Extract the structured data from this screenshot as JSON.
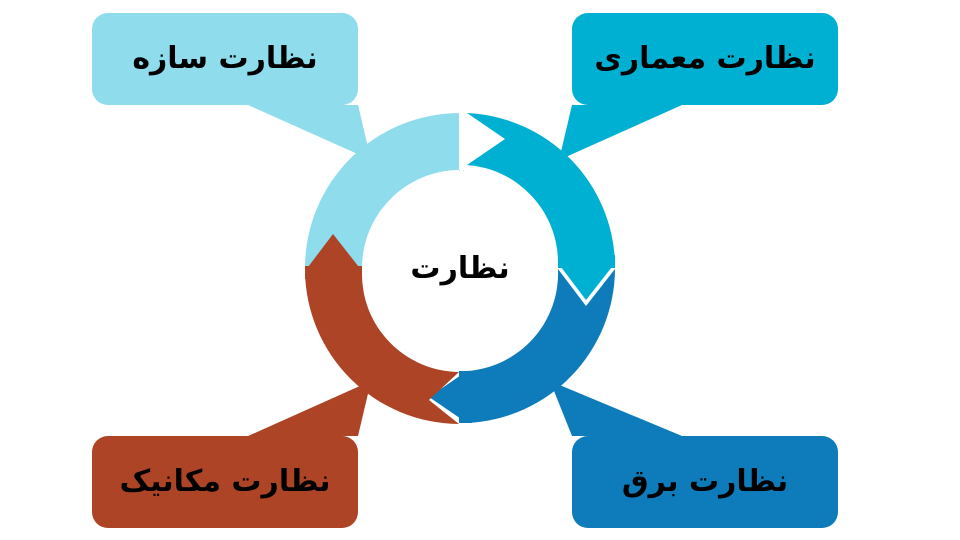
{
  "diagram": {
    "type": "cycle-diagram",
    "title": "نظارت",
    "center": {
      "label": "نظارت",
      "name": "center-hub"
    },
    "background_color": "#ffffff",
    "text_color": "#000000",
    "segments": [
      {
        "id": "structural",
        "label": "نظارت سازه",
        "color": "#8EDCEC",
        "position": "top-left",
        "arrow_direction": "clockwise"
      },
      {
        "id": "architectural",
        "label": "نظارت معماری",
        "color": "#00B0D3",
        "position": "top-right",
        "arrow_direction": "clockwise"
      },
      {
        "id": "electrical",
        "label": "نظارت برق",
        "color": "#0E7CBA",
        "position": "bottom-right",
        "arrow_direction": "clockwise"
      },
      {
        "id": "mechanical",
        "label": "نظارت مکانیک",
        "color": "#AE4426",
        "position": "bottom-left",
        "arrow_direction": "clockwise"
      }
    ]
  }
}
